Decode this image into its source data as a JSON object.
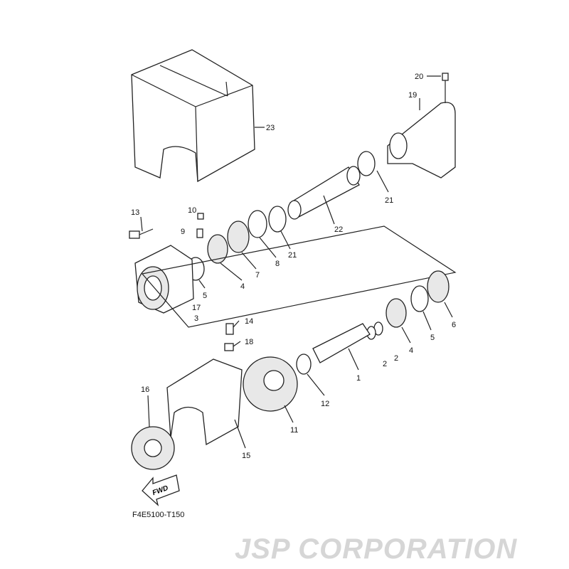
{
  "watermark": "JSP CORPORATION",
  "diagram_code": "F4E5100-T150",
  "fwd_arrow": "FWD",
  "callouts": [
    "20",
    "19",
    "23",
    "21",
    "22",
    "13",
    "10",
    "9",
    "21",
    "8",
    "7",
    "4",
    "5",
    "17",
    "3",
    "14",
    "18",
    "6",
    "5",
    "4",
    "2",
    "2",
    "1",
    "12",
    "16",
    "11",
    "15"
  ]
}
